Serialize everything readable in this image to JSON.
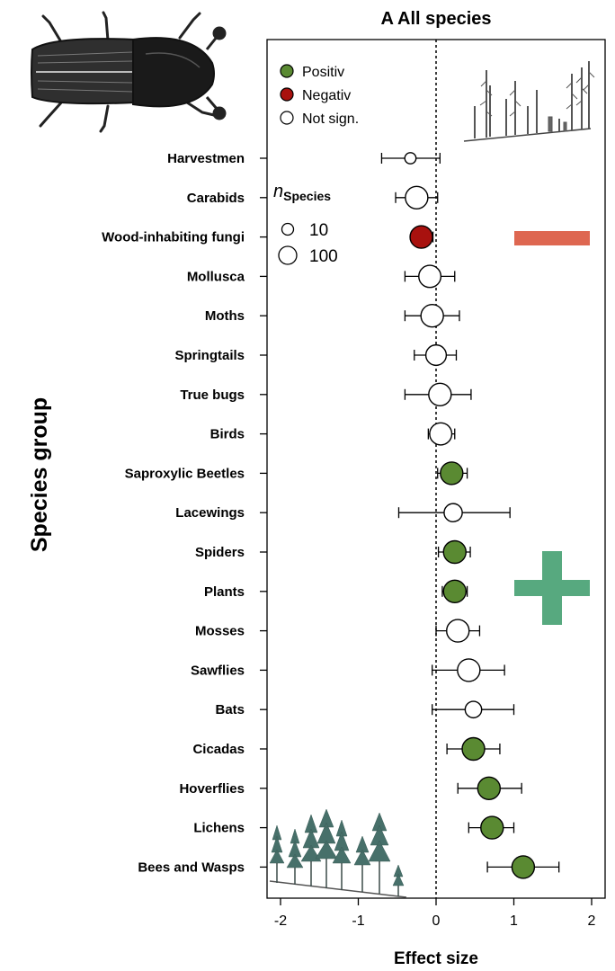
{
  "chart_data": {
    "type": "scatter",
    "subtype": "forest-plot",
    "title": "A All species",
    "xlabel": "Effect size",
    "ylabel": "Species group",
    "xlim": [
      -2.2,
      2.2
    ],
    "xticks": [
      -2,
      -1,
      0,
      1,
      2
    ],
    "xtick_labels": [
      "-2",
      "-1",
      "0",
      "1",
      "2"
    ],
    "reference_line": 0,
    "grid": false,
    "legend": {
      "position": "top-left",
      "entries": [
        {
          "label": "Positiv",
          "color": "#5a8a32"
        },
        {
          "label": "Negativ",
          "color": "#a8110e"
        },
        {
          "label": "Not sign.",
          "color": "#ffffff"
        }
      ],
      "size_title_base": "n",
      "size_title_sub": "Species",
      "size_labels": [
        "10",
        "100"
      ]
    },
    "significance_colors": {
      "pos": "#5a8a32",
      "neg": "#a8110e",
      "ns": "#ffffff"
    },
    "rows": [
      {
        "name": "Harvestmen",
        "effect": -0.33,
        "lower": -0.7,
        "upper": 0.05,
        "sig": "ns",
        "n": 6
      },
      {
        "name": "Carabids",
        "effect": -0.25,
        "lower": -0.52,
        "upper": 0.02,
        "sig": "ns",
        "n": 50
      },
      {
        "name": "Wood-inhabiting fungi",
        "effect": -0.19,
        "lower": -0.32,
        "upper": -0.04,
        "sig": "neg",
        "n": 200
      },
      {
        "name": "Mollusca",
        "effect": -0.08,
        "lower": -0.4,
        "upper": 0.24,
        "sig": "ns",
        "n": 40
      },
      {
        "name": "Moths",
        "effect": -0.05,
        "lower": -0.4,
        "upper": 0.3,
        "sig": "ns",
        "n": 300
      },
      {
        "name": "Springtails",
        "effect": 0.0,
        "lower": -0.28,
        "upper": 0.26,
        "sig": "ns",
        "n": 30
      },
      {
        "name": "True bugs",
        "effect": 0.05,
        "lower": -0.4,
        "upper": 0.45,
        "sig": "ns",
        "n": 100
      },
      {
        "name": "Birds",
        "effect": 0.06,
        "lower": -0.1,
        "upper": 0.24,
        "sig": "ns",
        "n": 40
      },
      {
        "name": "Saproxylic Beetles",
        "effect": 0.2,
        "lower": 0.02,
        "upper": 0.4,
        "sig": "pos",
        "n": 250
      },
      {
        "name": "Lacewings",
        "effect": 0.22,
        "lower": -0.48,
        "upper": 0.95,
        "sig": "ns",
        "n": 20
      },
      {
        "name": "Spiders",
        "effect": 0.24,
        "lower": 0.03,
        "upper": 0.44,
        "sig": "pos",
        "n": 120
      },
      {
        "name": "Plants",
        "effect": 0.24,
        "lower": 0.08,
        "upper": 0.4,
        "sig": "pos",
        "n": 200
      },
      {
        "name": "Mosses",
        "effect": 0.28,
        "lower": 0.0,
        "upper": 0.56,
        "sig": "ns",
        "n": 100
      },
      {
        "name": "Sawflies",
        "effect": 0.42,
        "lower": -0.05,
        "upper": 0.88,
        "sig": "ns",
        "n": 100
      },
      {
        "name": "Bats",
        "effect": 0.48,
        "lower": -0.05,
        "upper": 1.0,
        "sig": "ns",
        "n": 15
      },
      {
        "name": "Cicadas",
        "effect": 0.48,
        "lower": 0.14,
        "upper": 0.82,
        "sig": "pos",
        "n": 90
      },
      {
        "name": "Hoverflies",
        "effect": 0.68,
        "lower": 0.28,
        "upper": 1.1,
        "sig": "pos",
        "n": 100
      },
      {
        "name": "Lichens",
        "effect": 0.72,
        "lower": 0.42,
        "upper": 1.0,
        "sig": "pos",
        "n": 100
      },
      {
        "name": "Bees and Wasps",
        "effect": 1.12,
        "lower": 0.66,
        "upper": 1.58,
        "sig": "pos",
        "n": 100
      }
    ],
    "annotations": [
      {
        "type": "minus-sign",
        "color": "#de6751",
        "meaning": "negative"
      },
      {
        "type": "plus-sign",
        "color": "#57a97f",
        "meaning": "positive"
      },
      {
        "type": "image",
        "name": "bark-beetle-illustration"
      },
      {
        "type": "image",
        "name": "deadwood-forest-illustration"
      },
      {
        "type": "image",
        "name": "dense-forest-illustration"
      }
    ]
  }
}
